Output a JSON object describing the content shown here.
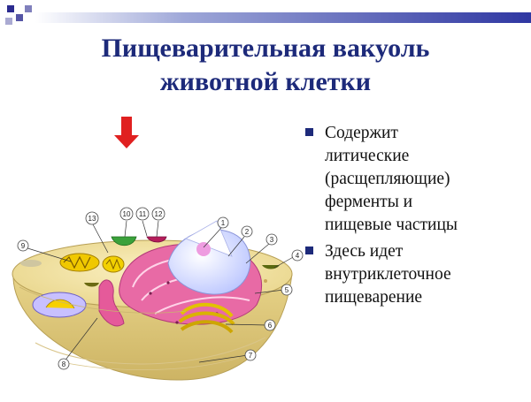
{
  "header": {
    "title_line1": "Пищеварительная вакуоль",
    "title_line2": "животной клетки",
    "accent_color": "#2f37a2",
    "title_color": "#1d2a7a"
  },
  "bullets": [
    {
      "text": "Содержит\nлитические\n(расщепляющие)\nферменты и\nпищевые частицы"
    },
    {
      "text": "Здесь идет\nвнутриклеточное\nпищеварение"
    }
  ],
  "diagram": {
    "pointer_icon": "red-down-arrow",
    "labels": [
      "1",
      "2",
      "3",
      "4",
      "5",
      "6",
      "7",
      "8",
      "9",
      "10",
      "11",
      "12",
      "13"
    ]
  }
}
